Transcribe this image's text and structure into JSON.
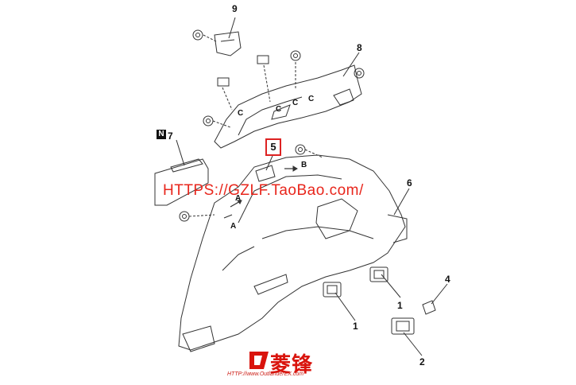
{
  "watermark": "HTTPS://GZLF.TaoBao.com/",
  "logo": {
    "url": "HTTP://www.OutlanderEX.com",
    "brand": "菱锋",
    "color": "#d9140d"
  },
  "badge_n": "N",
  "callouts": {
    "c1a": "1",
    "c1b": "1",
    "c2": "2",
    "c4": "4",
    "c5": "5",
    "c6": "6",
    "c7": "7",
    "c8": "8",
    "c9": "9"
  },
  "letters": {
    "a1": "A",
    "a2": "A",
    "b1": "B",
    "c_1": "C",
    "c_2": "C",
    "c_3": "C",
    "c_4": "C"
  },
  "colors": {
    "line": "#333333",
    "highlight": "#dd2222",
    "watermark": "#e8261c"
  }
}
